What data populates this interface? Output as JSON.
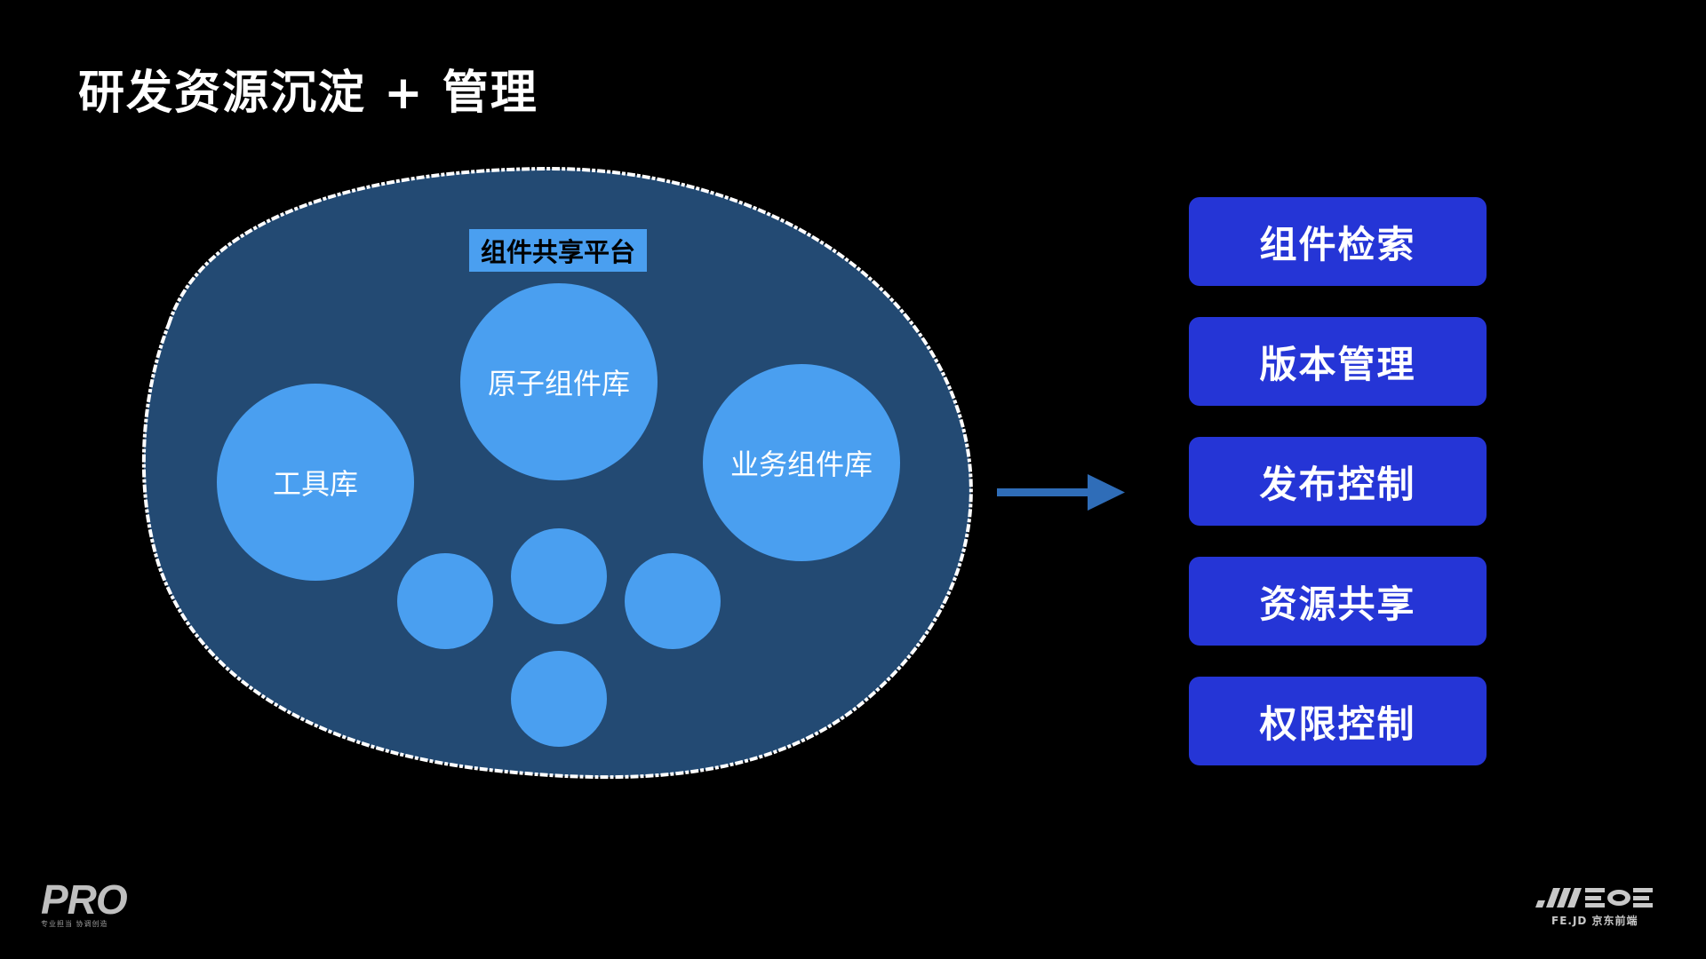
{
  "slide": {
    "title": "研发资源沉淀 + 管理"
  },
  "platform": {
    "label": "组件共享平台",
    "circles": {
      "atomic": "原子组件库",
      "tools": "工具库",
      "business": "业务组件库"
    }
  },
  "features": [
    {
      "label": "组件检索"
    },
    {
      "label": "版本管理"
    },
    {
      "label": "发布控制"
    },
    {
      "label": "资源共享"
    },
    {
      "label": "权限控制"
    }
  ],
  "logos": {
    "left_mark": "PRO",
    "left_tagline": "专业担当 协调创造",
    "right_tagline": "FE.JD 京东前端"
  },
  "colors": {
    "background": "#000000",
    "blob_fill": "#234a73",
    "circle_fill": "#4a9ff0",
    "button_fill": "#2535d6",
    "arrow": "#2f6db8"
  }
}
